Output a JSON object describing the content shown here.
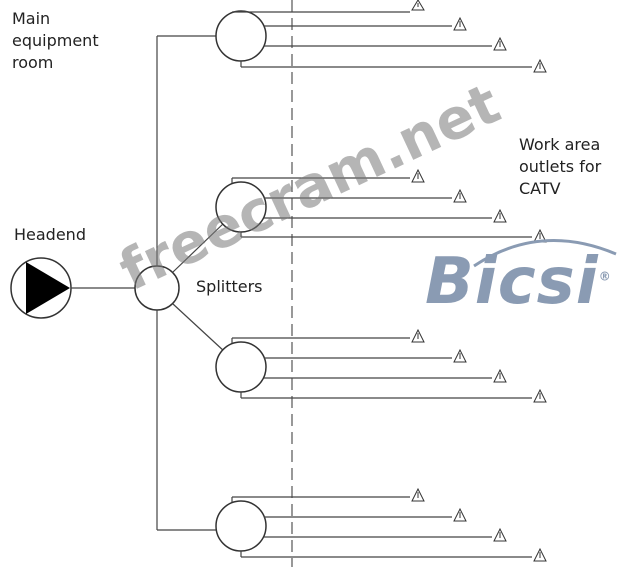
{
  "labels": {
    "main_room_line1": "Main",
    "main_room_line2": "equipment",
    "main_room_line3": "room",
    "outlets_line1": "Work area",
    "outlets_line2": "outlets for",
    "outlets_line3": "CATV",
    "headend": "Headend",
    "splitters": "Splitters"
  },
  "watermark": {
    "site": "freecram.net",
    "logo": "Bicsi",
    "registered": "®"
  },
  "colors": {
    "line": "#444444",
    "logo": "#8a9bb3"
  }
}
